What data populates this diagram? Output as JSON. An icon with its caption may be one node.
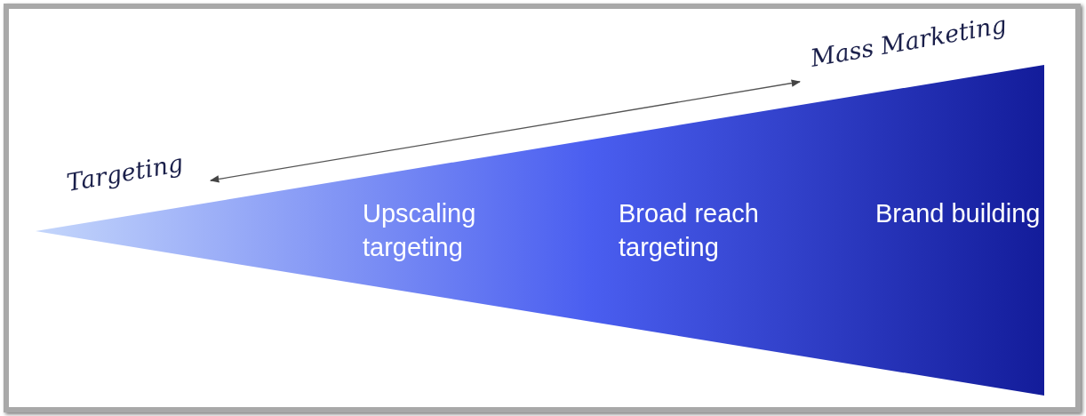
{
  "diagram": {
    "nodes": [
      {
        "text": [
          "Targeting"
        ]
      },
      {
        "text": [
          "Mass Marketing"
        ]
      },
      {
        "text": [
          "Upscaling targeting",
          "Broad reach targeting",
          "Brand building"
        ]
      }
    ],
    "edges": [
      {
        "from": 0,
        "to": 1,
        "arrow": "both"
      }
    ]
  }
}
